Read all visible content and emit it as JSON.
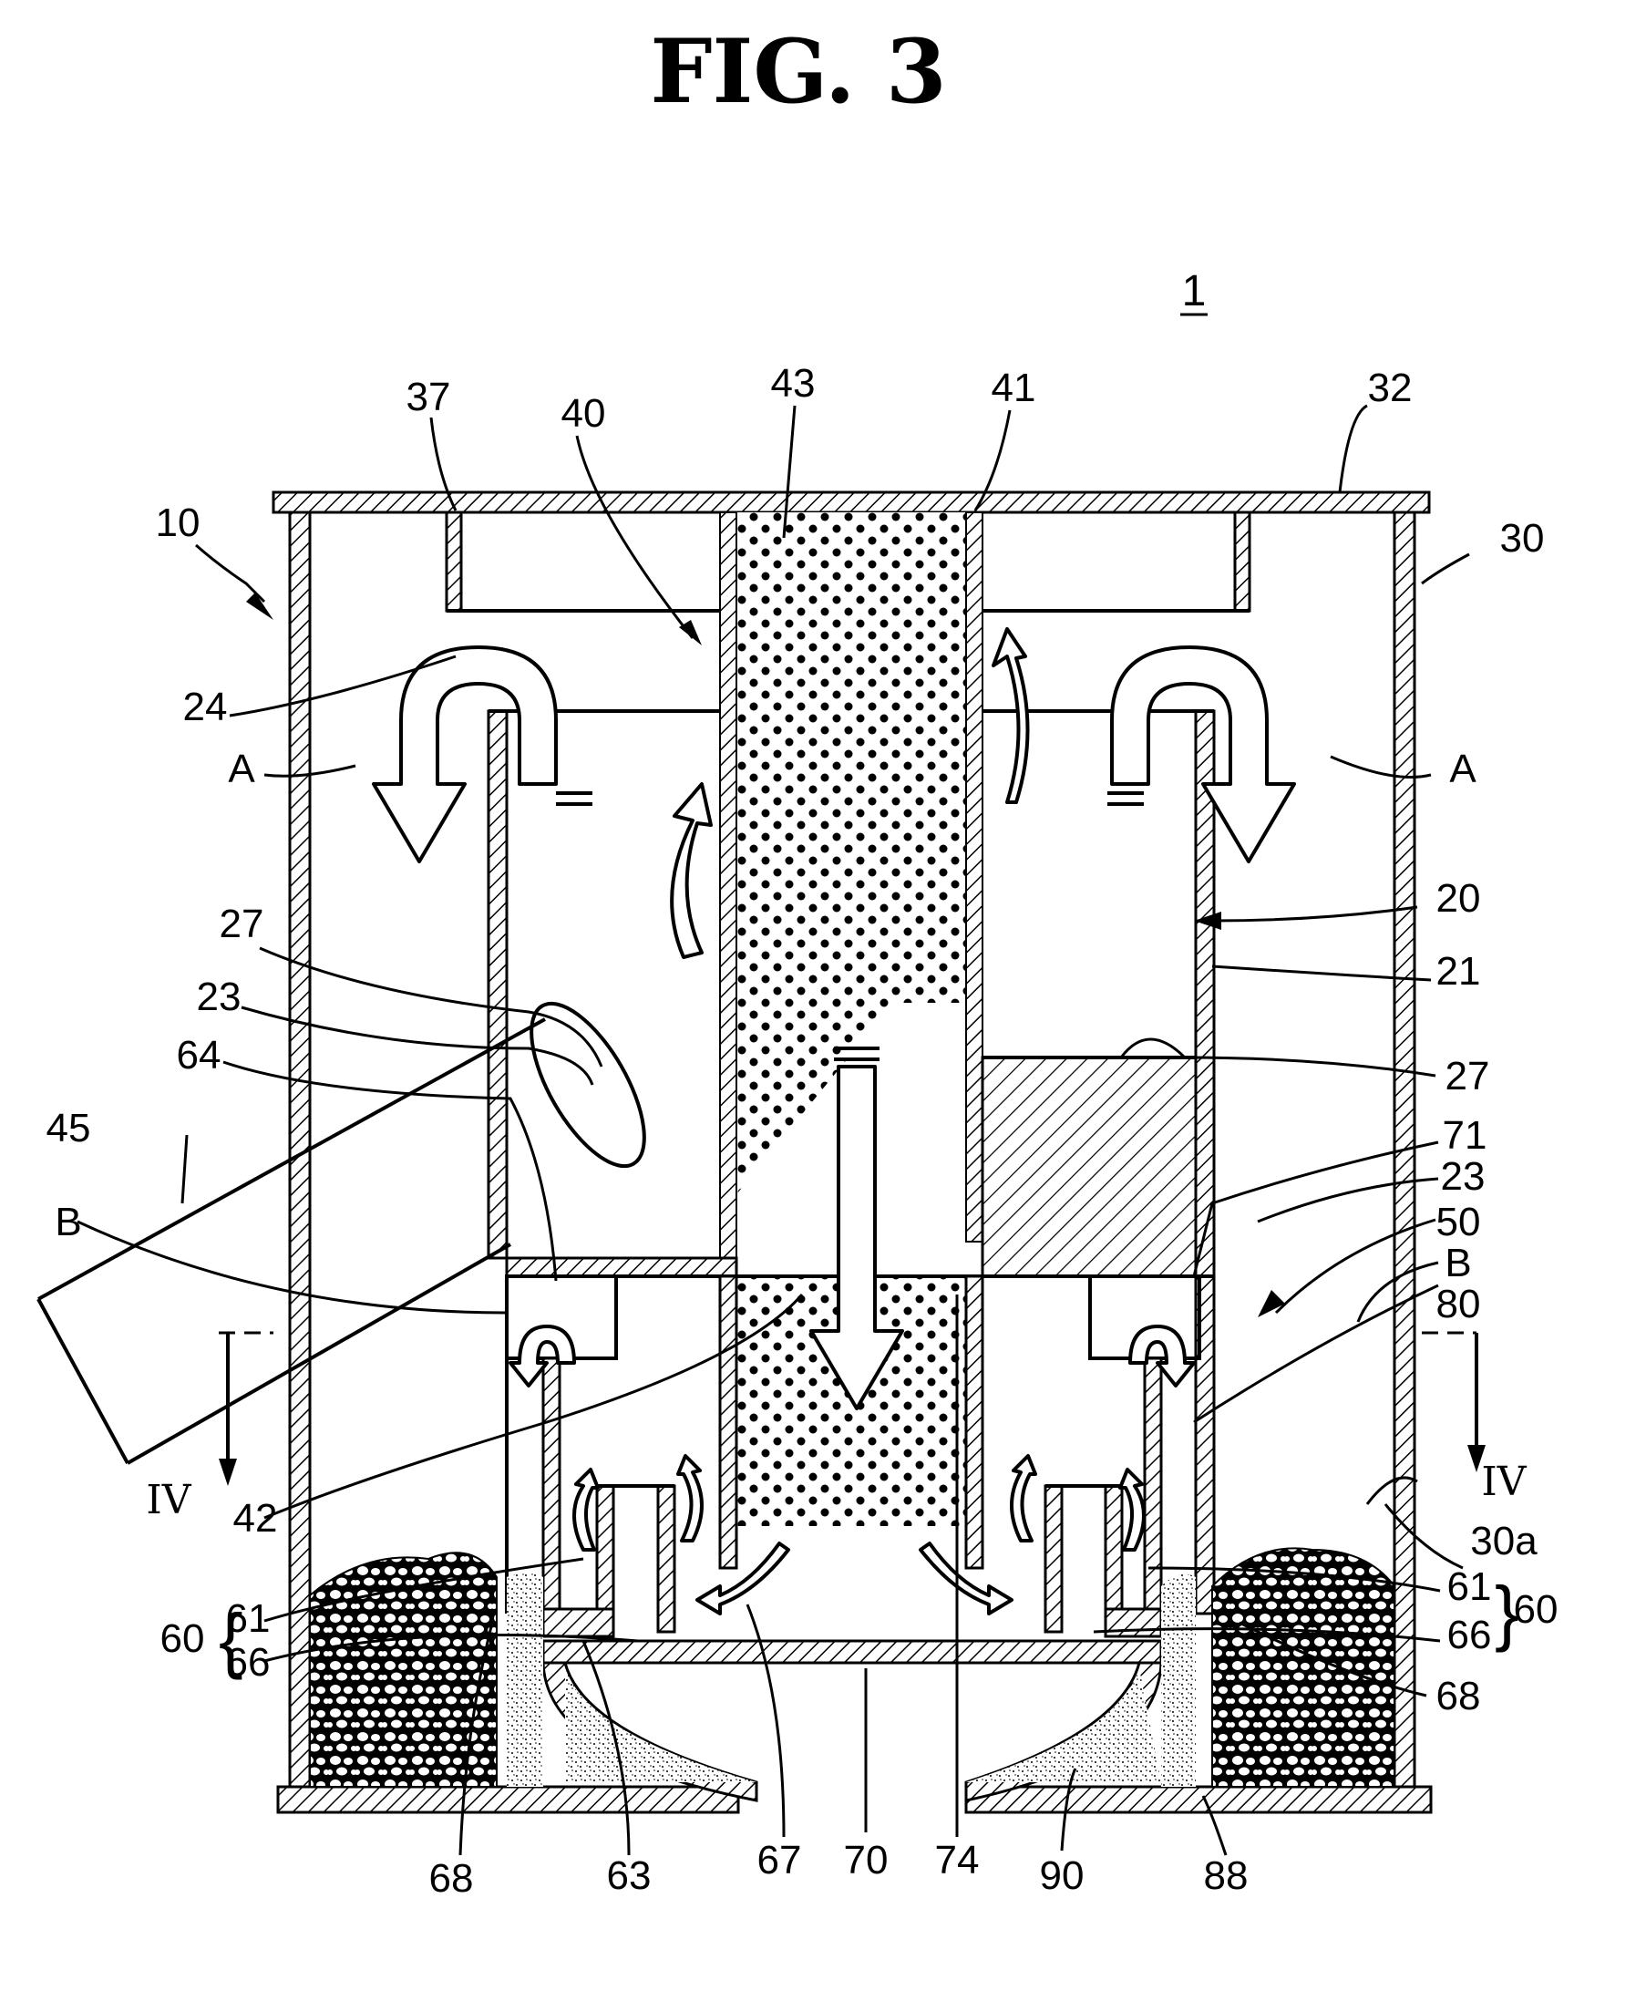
{
  "figure": {
    "title": "FIG. 3",
    "ref_main": "1"
  },
  "labels": {
    "l10": "10",
    "l37": "37",
    "l40": "40",
    "l43": "43",
    "l41": "41",
    "l32": "32",
    "l30": "30",
    "l24": "24",
    "lA_left": "A",
    "lA_right": "A",
    "l20": "20",
    "l21": "21",
    "l27_left": "27",
    "l27_right": "27",
    "l23_left": "23",
    "l23_right": "23",
    "l64": "64",
    "l45": "45",
    "l71": "71",
    "l50": "50",
    "lB_left": "B",
    "lB_right": "B",
    "l80": "80",
    "lIV_left": "IV",
    "lIV_right": "IV",
    "l42": "42",
    "l30a": "30a",
    "l60_left": "60",
    "l61_left": "61",
    "l66_left": "66",
    "l60_right": "60",
    "l61_right": "61",
    "l66_right": "66",
    "l68_left": "68",
    "l68_right": "68",
    "l63": "63",
    "l67": "67",
    "l70": "70",
    "l74": "74",
    "l90": "90",
    "l88": "88"
  }
}
